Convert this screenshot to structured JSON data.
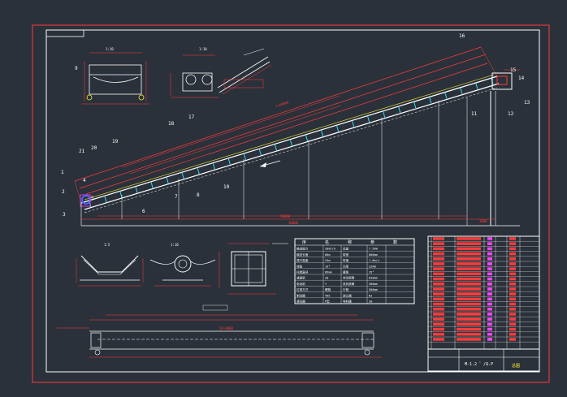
{
  "drawing": {
    "title_block": {
      "name_left": "M-1.2 ゛/Ω.Ρ",
      "name_right": "总图"
    },
    "part_callouts": [
      "1",
      "2",
      "3",
      "4",
      "5",
      "6",
      "7",
      "8",
      "9",
      "10",
      "11",
      "12",
      "13",
      "14",
      "15",
      "16",
      "17",
      "18",
      "19",
      "20",
      "21"
    ],
    "dimensions": {
      "incline_length": "ℓ=60000",
      "horizontal_total": "30000",
      "horizontal_lower": "3000",
      "horizontal_mid": "50000",
      "bottom_run": "59-8000"
    },
    "view_scales": [
      "1:10",
      "1:10",
      "1:5",
      "1:10"
    ],
    "tech_table": {
      "headers": [
        "序",
        "名",
        "称",
        "参",
        "数"
      ],
      "rows": [
        [
          "输送能力",
          "200t/h",
          "运量",
          "7.5kW"
        ],
        [
          "输送长度",
          "60m",
          "带宽",
          "800mm"
        ],
        [
          "提升高度",
          "24m",
          "带速",
          "1.6m/s"
        ],
        [
          "倾角",
          "19°",
          "功率",
          "22kW"
        ],
        [
          "托辊直径",
          "89mm",
          "槽角",
          "35°"
        ],
        [
          "减速机",
          "ZQ",
          "传动滚筒",
          "630mm"
        ],
        [
          "电动机",
          "Y",
          "改向滚筒",
          "500mm"
        ],
        [
          "拉紧方式",
          "螺旋",
          "行程",
          "500mm"
        ],
        [
          "制动器",
          "YWZ",
          "逆止器",
          "NJ"
        ],
        [
          "清扫器",
          "P型",
          "导料槽",
          "3m"
        ]
      ]
    }
  }
}
